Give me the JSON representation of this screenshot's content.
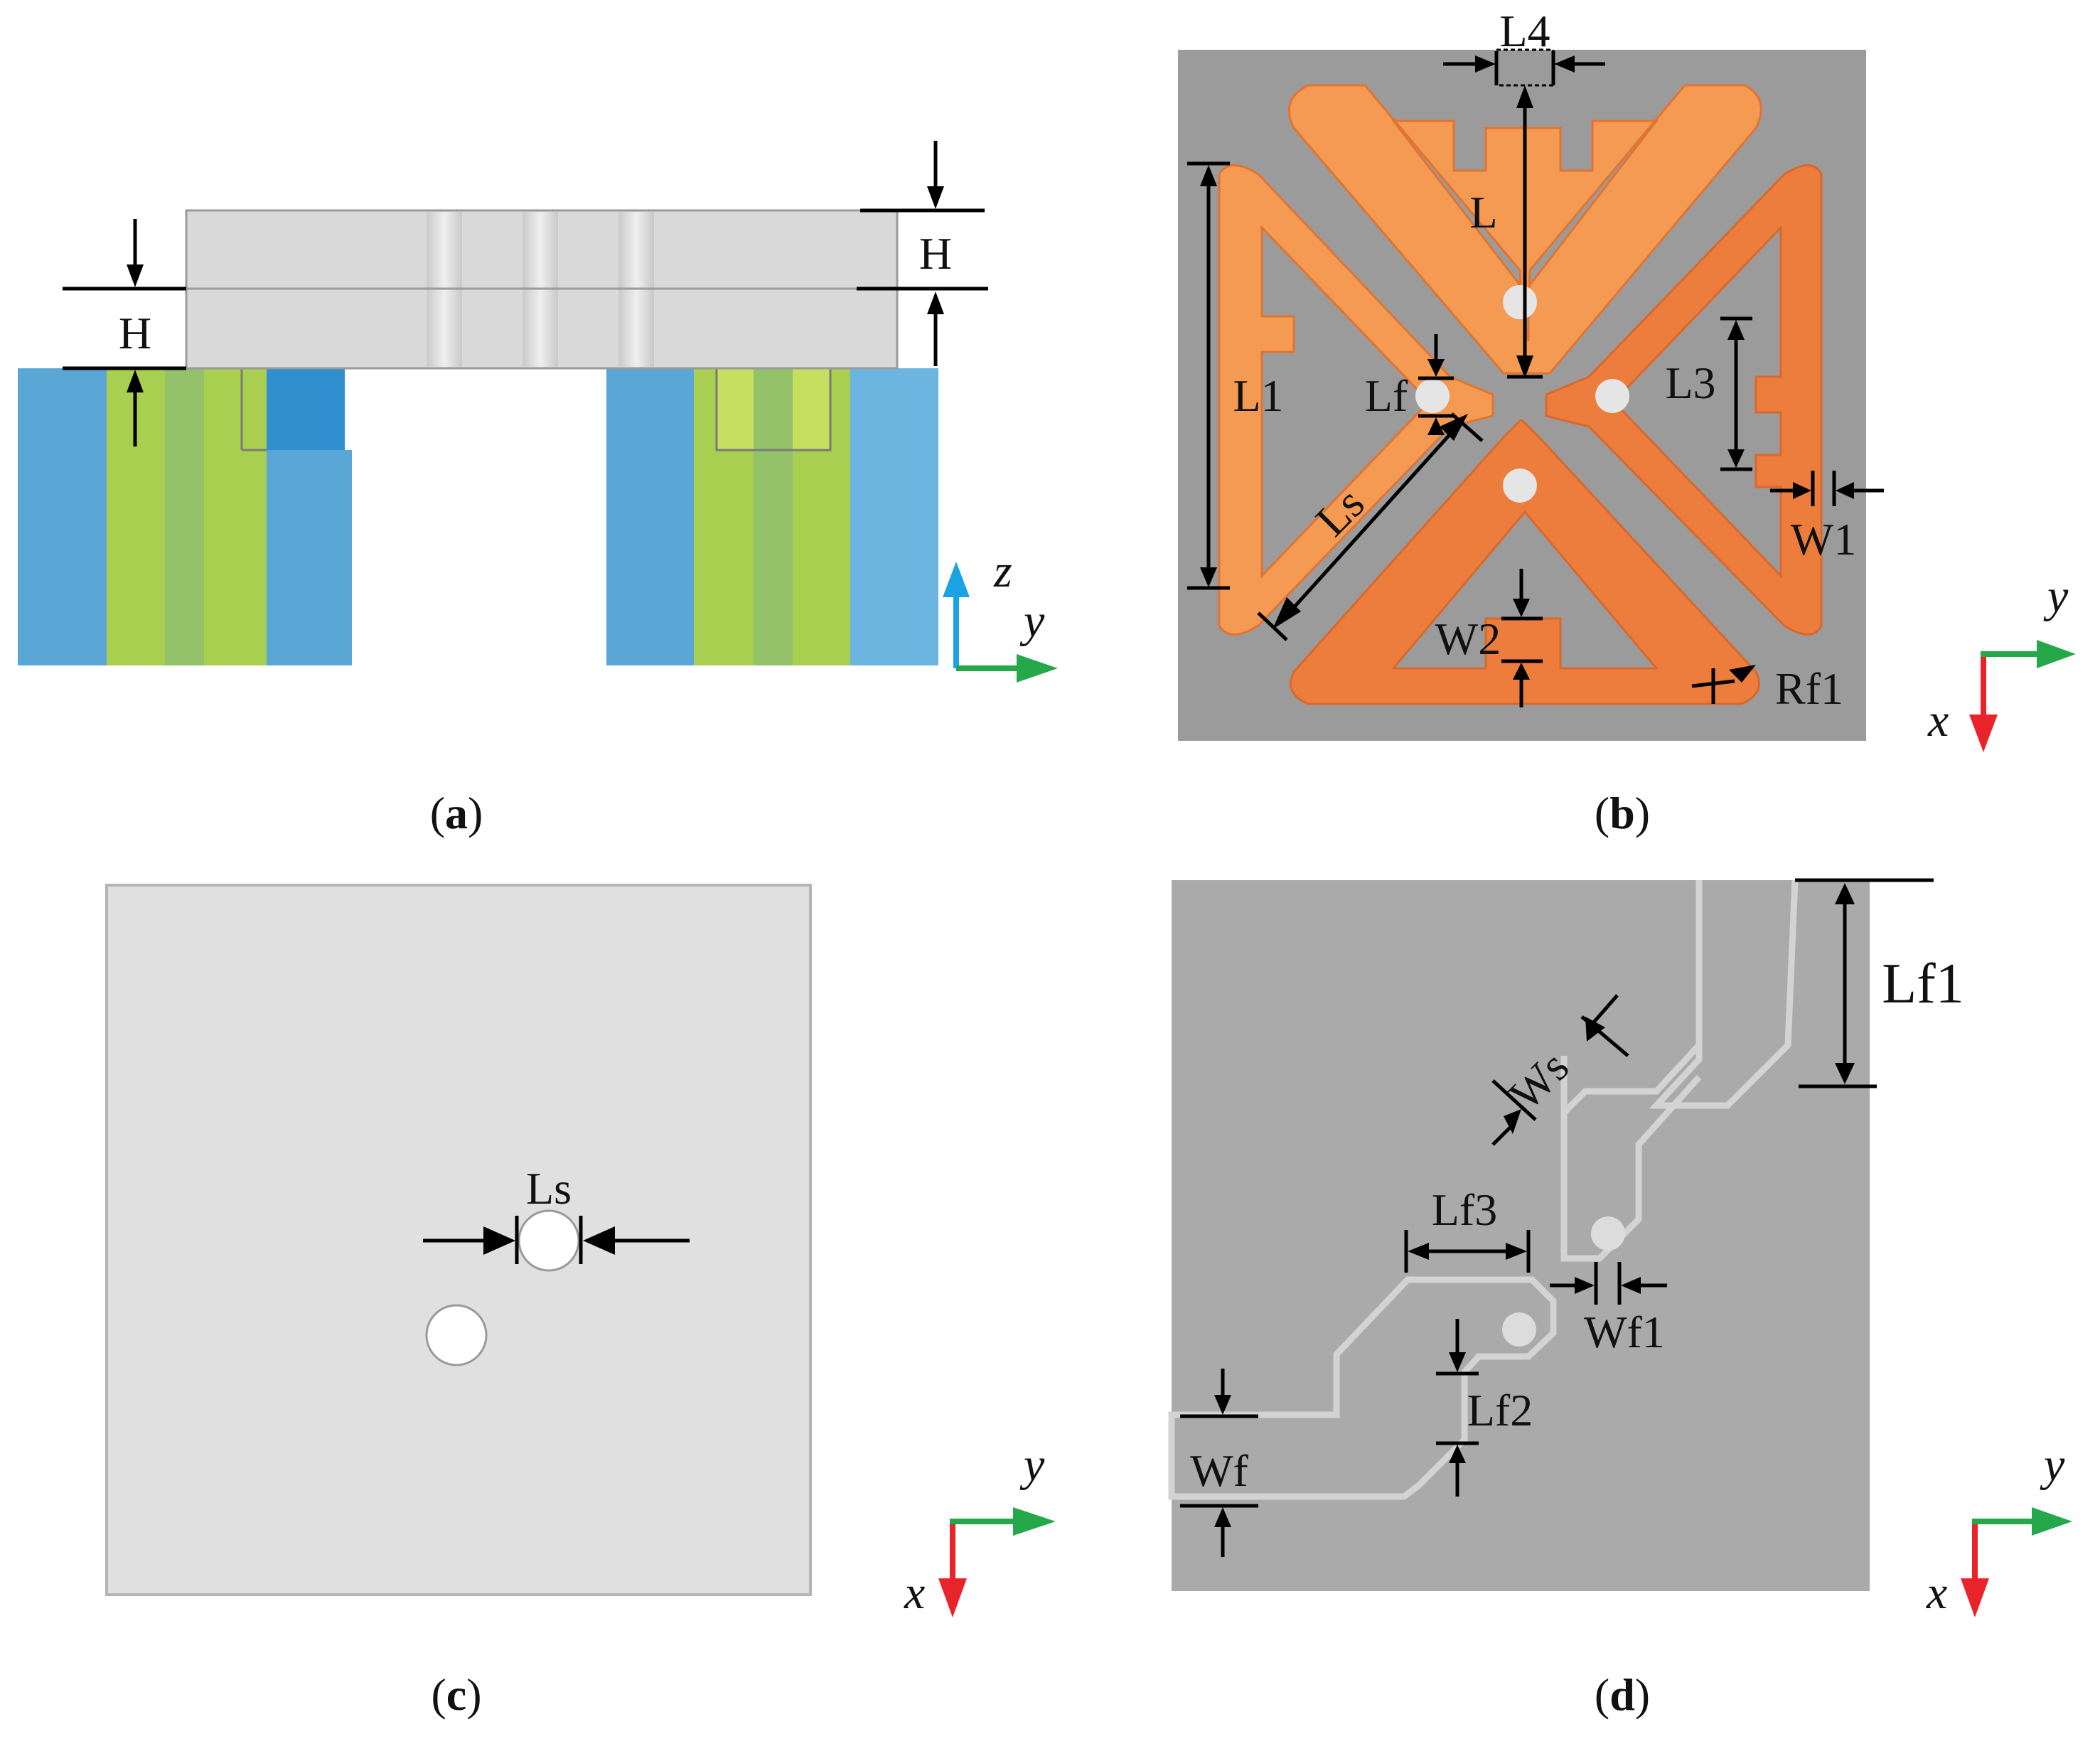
{
  "panels": {
    "a": {
      "caption_open": "(",
      "caption_letter": "a",
      "caption_close": ")",
      "labels": {
        "h_left": "H",
        "h_right": "H"
      },
      "axes": {
        "vertical": "z",
        "horizontal": "y"
      }
    },
    "b": {
      "caption_open": "(",
      "caption_letter": "b",
      "caption_close": ")",
      "labels": {
        "l4": "L4",
        "l": "L",
        "l1": "L1",
        "lf": "Lf",
        "l3": "L3",
        "ls": "Ls",
        "w1": "W1",
        "w2": "W2",
        "rf1": "Rf1"
      },
      "axes": {
        "vertical": "x",
        "horizontal": "y"
      }
    },
    "c": {
      "caption_open": "(",
      "caption_letter": "c",
      "caption_close": ")",
      "labels": {
        "ls": "Ls"
      },
      "axes": {
        "vertical": "x",
        "horizontal": "y"
      }
    },
    "d": {
      "caption_open": "(",
      "caption_letter": "d",
      "caption_close": ")",
      "labels": {
        "lf1": "Lf1",
        "ws": "Ws",
        "lf3": "Lf3",
        "wf1": "Wf1",
        "lf2": "Lf2",
        "wf": "Wf"
      },
      "axes": {
        "vertical": "x",
        "horizontal": "y"
      }
    }
  },
  "colors": {
    "substrate_gray": "#9a9a9a",
    "ground_gray": "#aaaaaa",
    "patch_orange": "#f0813c",
    "patch_orange_light": "#f59a52",
    "cover_light_gray": "#e0e0e0",
    "block_blue": "#5ba8d6",
    "block_green": "#a9cf4d",
    "axis_red": "#e8242a",
    "axis_green": "#25a84a",
    "axis_cyan": "#1aa3e2"
  }
}
